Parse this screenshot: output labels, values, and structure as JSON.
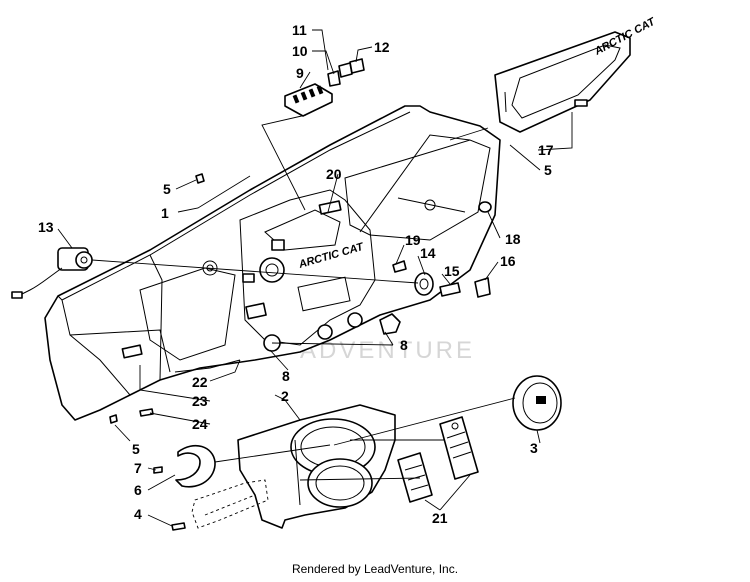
{
  "callouts": {
    "c1": "1",
    "c2": "2",
    "c3": "3",
    "c4": "4",
    "c5a": "5",
    "c5b": "5",
    "c5c": "5",
    "c6": "6",
    "c7": "7",
    "c8a": "8",
    "c8b": "8",
    "c9": "9",
    "c10": "10",
    "c11": "11",
    "c12": "12",
    "c13": "13",
    "c14": "14",
    "c15": "15",
    "c16": "16",
    "c17": "17",
    "c18": "18",
    "c19": "19",
    "c20": "20",
    "c21": "21",
    "c22": "22",
    "c23": "23",
    "c24": "24"
  },
  "logo_text": "ARCTIC CAT",
  "watermark": "ADVENTURE",
  "footer": "Rendered by LeadVenture, Inc."
}
